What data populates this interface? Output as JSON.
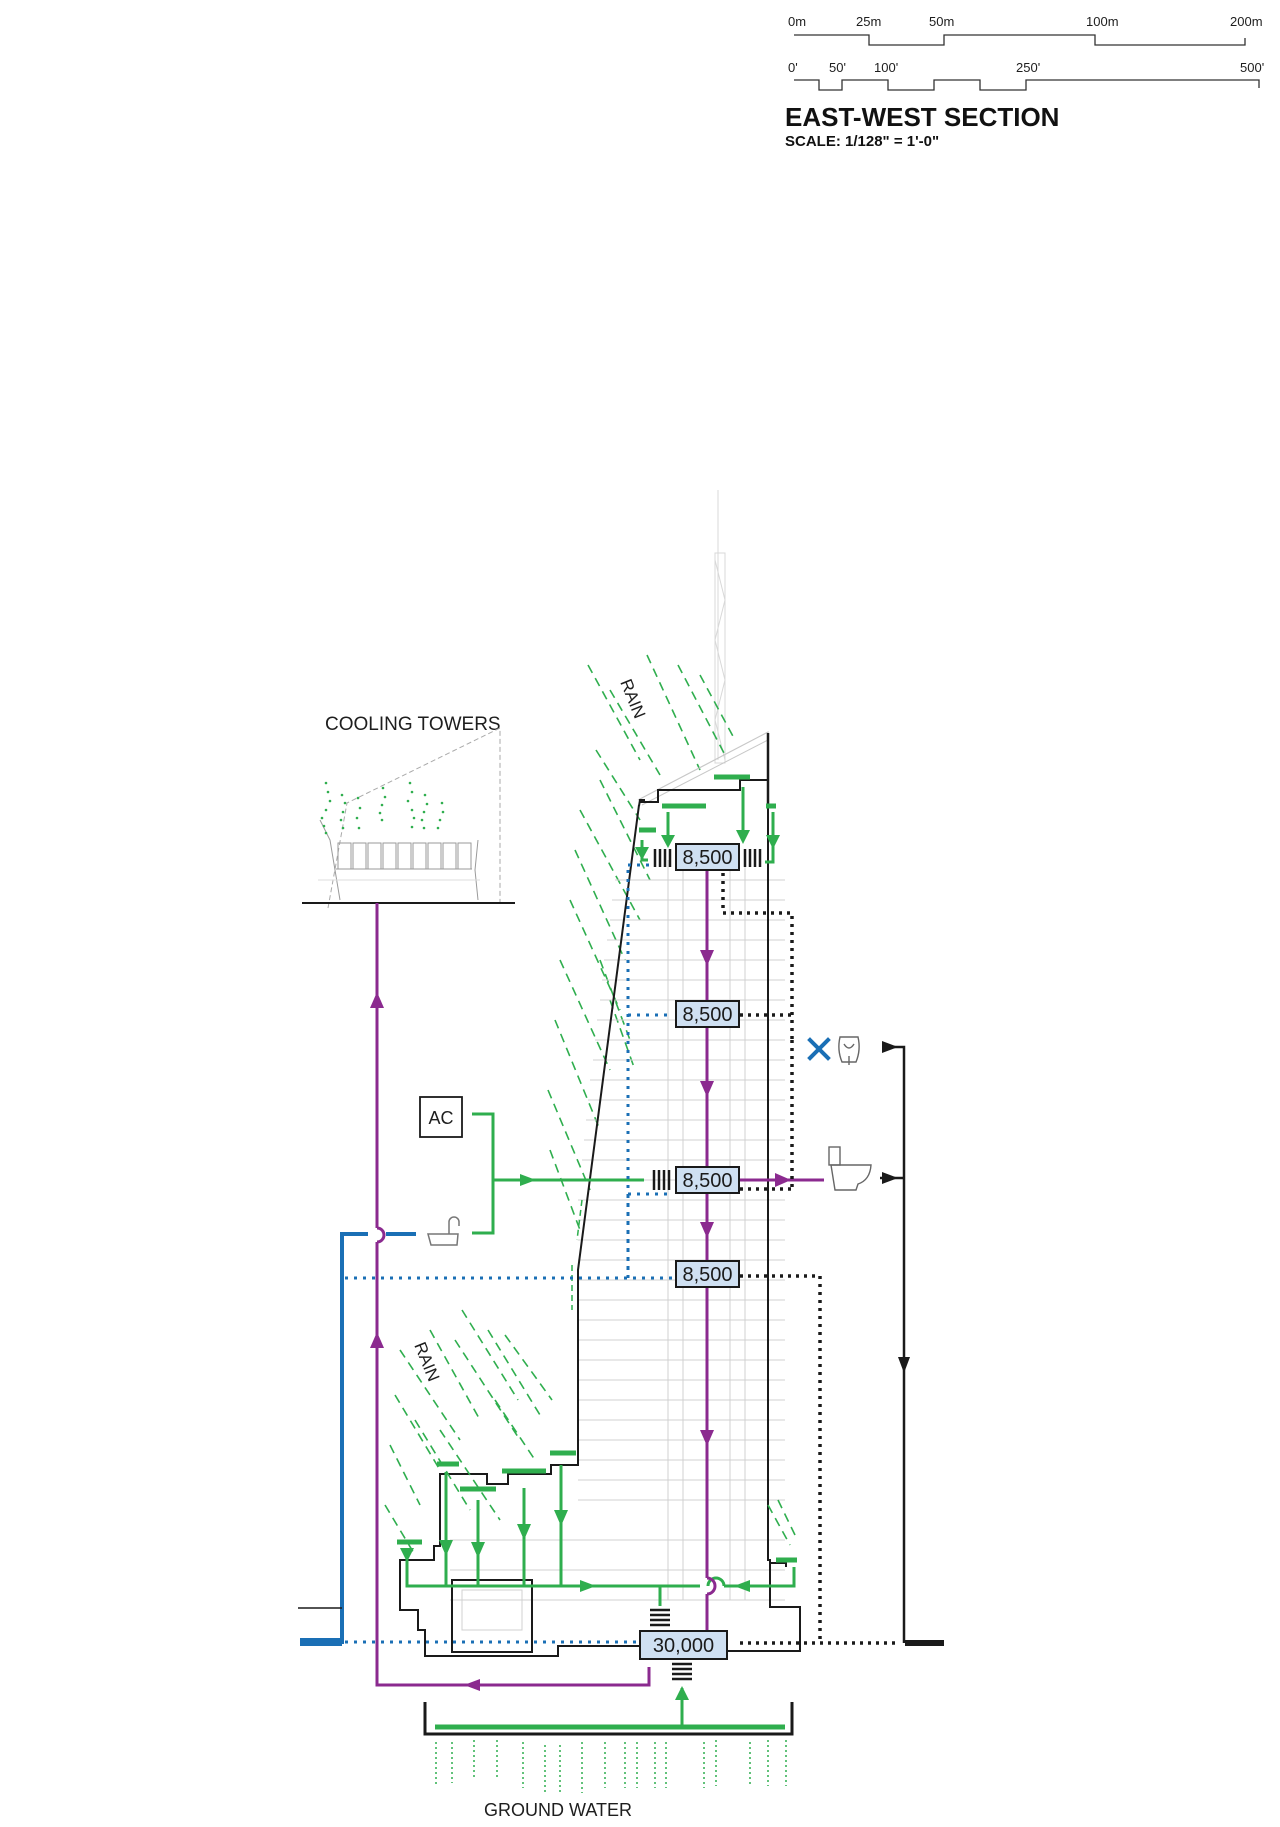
{
  "header": {
    "title": "EAST-WEST SECTION",
    "scale": "SCALE: 1/128\" = 1'-0\""
  },
  "scale_bar": {
    "metric_ticks": [
      "0m",
      "25m",
      "50m",
      "100m",
      "200m"
    ],
    "imperial_ticks": [
      "0'",
      "50'",
      "100'",
      "250'",
      "500'"
    ]
  },
  "labels": {
    "cooling_towers": "COOLING TOWERS",
    "rain_upper": "RAIN",
    "rain_lower": "RAIN",
    "ground_water": "GROUND WATER",
    "ac": "AC"
  },
  "tanks": [
    {
      "id": "tank-top",
      "capacity": "8,500"
    },
    {
      "id": "tank-upper-mid",
      "capacity": "8,500"
    },
    {
      "id": "tank-mid",
      "capacity": "8,500"
    },
    {
      "id": "tank-lower-mid",
      "capacity": "8,500"
    },
    {
      "id": "tank-base",
      "capacity": "30,000"
    }
  ],
  "fixtures": {
    "sink": "sink-icon",
    "urinal": "urinal-icon",
    "toilet": "toilet-icon",
    "urinal_status": "x-mark-icon"
  },
  "colors": {
    "rainwater_green": "#2fae4e",
    "greywater_purple": "#8b2a8f",
    "potable_blue": "#1a6fb5",
    "blackwater": "#1a1a1a",
    "tank_fill": "#cfe0f2"
  }
}
